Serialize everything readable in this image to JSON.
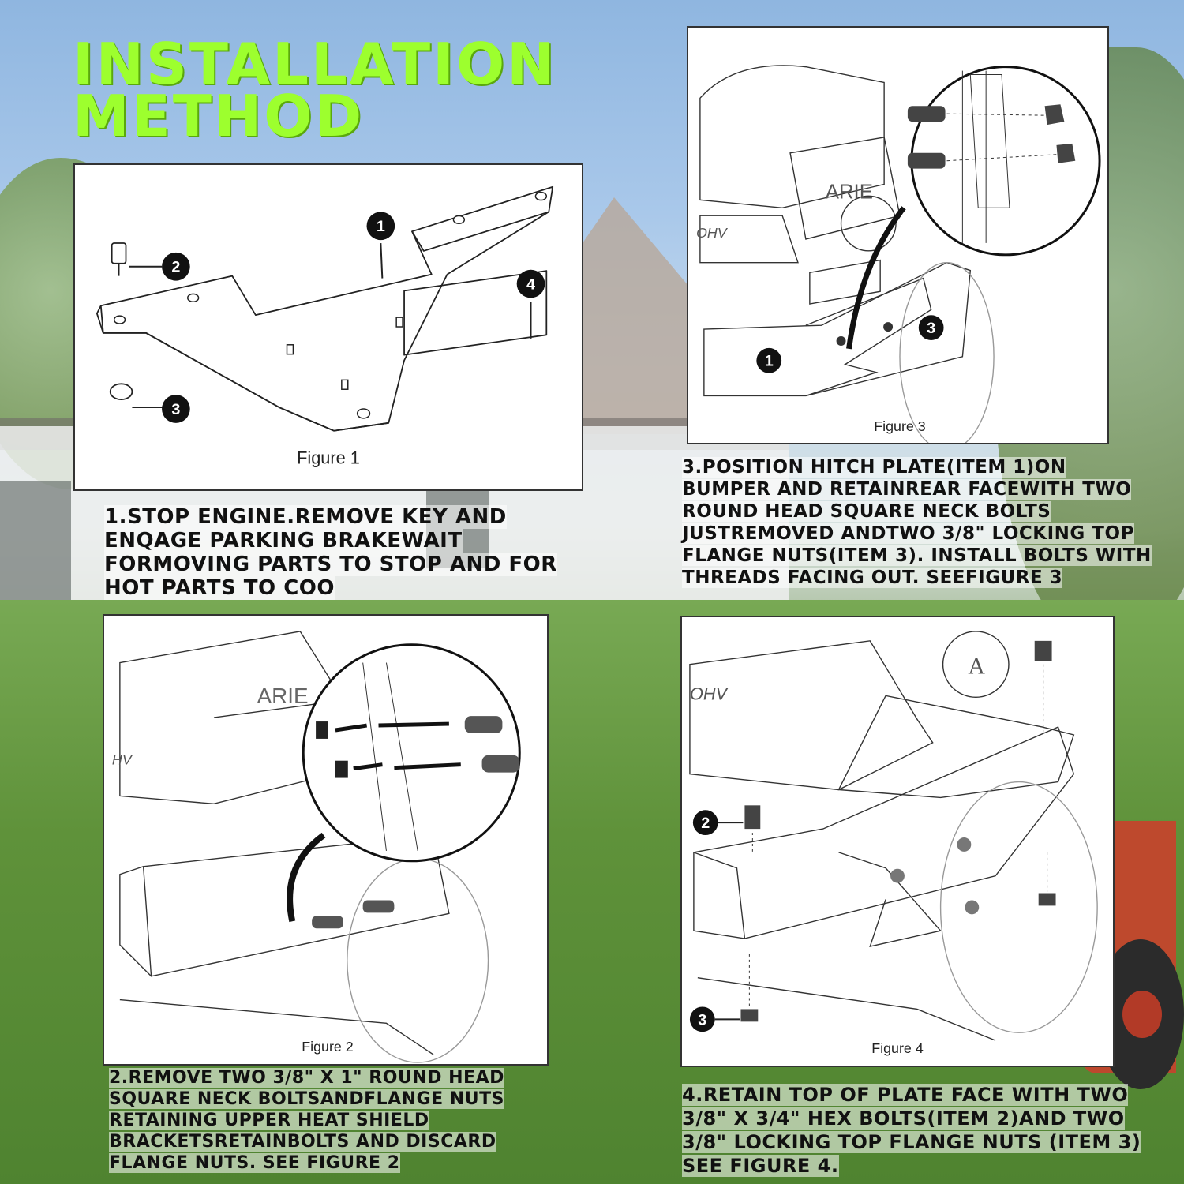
{
  "header": {
    "title_line1": "INSTALLATION",
    "title_line2": "METHOD"
  },
  "figures": {
    "fig1": {
      "label": "Figure 1",
      "callouts": [
        "1",
        "2",
        "3",
        "4"
      ]
    },
    "fig2": {
      "label": "Figure 2",
      "brand_text": "ARIE",
      "engine_text": "HV"
    },
    "fig3": {
      "label": "Figure 3",
      "brand_text": "ARIE",
      "engine_text": "OHV",
      "callouts": [
        "1",
        "3"
      ]
    },
    "fig4": {
      "label": "Figure 4",
      "engine_text": "OHV",
      "brand_text": "A",
      "callouts": [
        "2",
        "3"
      ]
    }
  },
  "steps": {
    "step1": "1.STOP ENGINE.REMOVE KEY AND ENQAGE PARKING BRAKEWAIT FORMOVING PARTS TO STOP AND FOR HOT PARTS TO COO",
    "step2": "2.REMOVE TWO 3/8\" X 1\" ROUND HEAD SQUARE NECK BOLTSANDFLANGE NUTS RETAINING UPPER HEAT SHIELD BRACKETSRETAINBOLTS AND DISCARD FLANGE NUTS. SEE FIGURE 2",
    "step3": "3.POSITION HITCH PLATE(ITEM 1)ON BUMPER AND RETAINREAR FACEWITH TWO ROUND HEAD SQUARE NECK BOLTS JUSTREMOVED ANDTWO 3/8\" LOCKING TOP FLANGE NUTS(ITEM 3). INSTALL BOLTS WITH THREADS FACING OUT. SEEFIGURE 3",
    "step4": "4.RETAIN TOP OF PLATE FACE WITH TWO 3/8\" X 3/4\" HEX BOLTS(ITEM 2)AND TWO 3/8\" LOCKING TOP FLANGE NUTS (ITEM 3) SEE FIGURE 4."
  }
}
